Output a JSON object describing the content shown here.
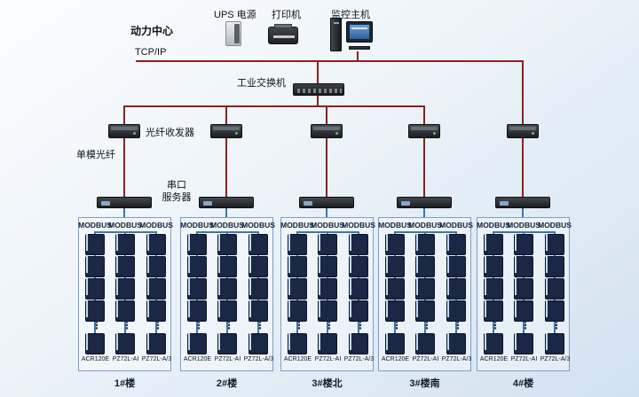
{
  "site": {
    "power_center": "动力中心"
  },
  "top_devices": {
    "ups_label": "UPS 电源",
    "printer_label": "打印机",
    "host_label": "监控主机"
  },
  "network": {
    "tcpip_label": "TCP/IP",
    "switch_label": "工业交换机",
    "fiber_transceiver_label": "光纤收发器",
    "single_mode_fiber_label": "单模光纤",
    "serial_server_label_line1": "串口",
    "serial_server_label_line2": "服务器",
    "bus_protocol": "MODBUS"
  },
  "meter_models": [
    "ACR120E",
    "PZ72L-AI",
    "PZ72L-A/3"
  ],
  "groups": [
    {
      "name": "1#楼"
    },
    {
      "name": "2#楼"
    },
    {
      "name": "3#楼北"
    },
    {
      "name": "3#楼南"
    },
    {
      "name": "4#楼"
    }
  ],
  "visible_meters_per_column": 5,
  "colors": {
    "backbone_line": "#8c2022",
    "field_bus_line": "#3f74ab",
    "meter_screen": "#3f79bc",
    "group_border": "#7ba0c4"
  }
}
